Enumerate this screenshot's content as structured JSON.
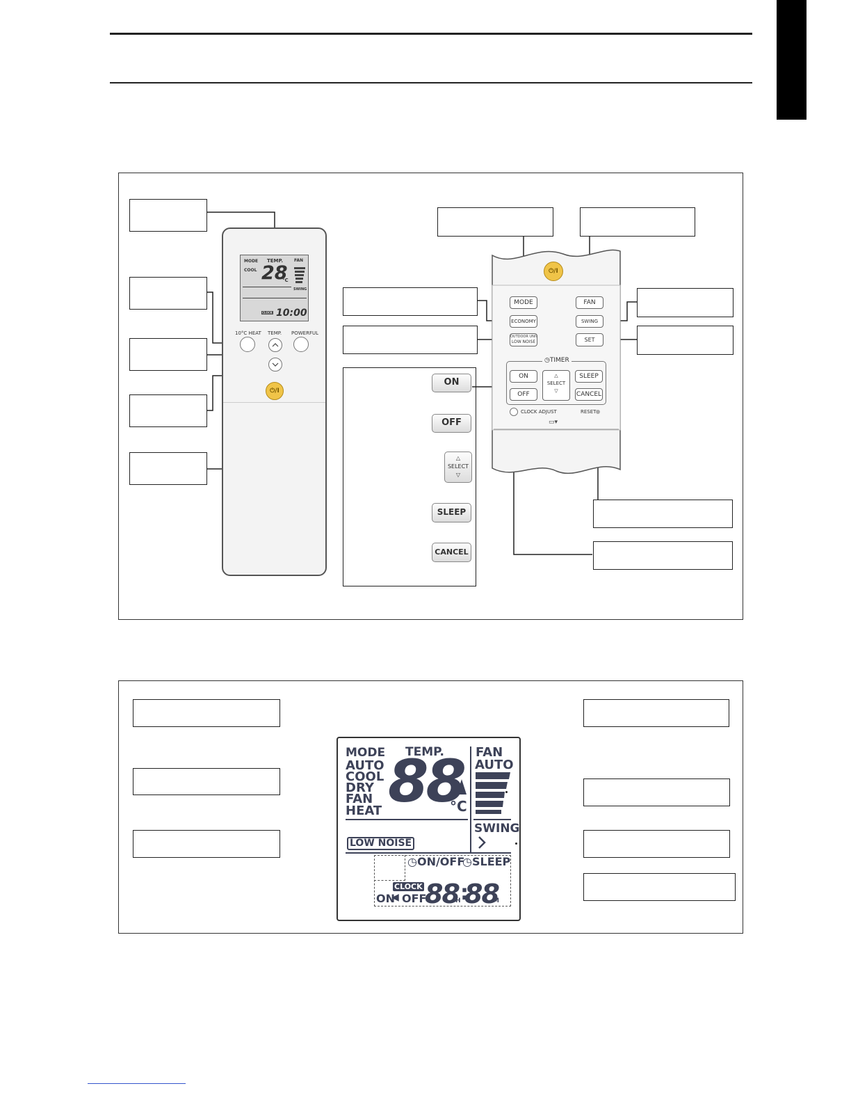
{
  "page": {
    "header_rules": "top",
    "side_tab_color": "#000000"
  },
  "remote": {
    "lcd": {
      "mode": "MODE",
      "cool": "COOL",
      "temp_label": "TEMP.",
      "temp_value": "28",
      "unit": "°C",
      "fan": "FAN",
      "swing": "SWING",
      "clock": "CLOCK",
      "time": "10:00"
    },
    "heat_label": "10°C HEAT",
    "temp_label": "TEMP.",
    "powerful_label": "POWERFUL",
    "power_symbol": "⏻/I"
  },
  "detail": {
    "power_symbol": "⏻/I",
    "mode": "MODE",
    "fan": "FAN",
    "economy": "ECONOMY",
    "swing": "SWING",
    "outdoor_unit": "OUTDOOR UNIT",
    "low_noise": "LOW NOISE",
    "set": "SET",
    "timer": "TIMER",
    "on": "ON",
    "off": "OFF",
    "select": "SELECT",
    "sleep": "SLEEP",
    "cancel": "CANCEL",
    "clock_adjust": "CLOCK ADJUST",
    "reset": "RESET"
  },
  "timer_buttons": {
    "on": "ON",
    "off": "OFF",
    "select": "SELECT",
    "sleep": "SLEEP",
    "cancel": "CANCEL"
  },
  "display": {
    "mode": "MODE",
    "auto": "AUTO",
    "cool": "COOL",
    "dry": "DRY",
    "fan": "FAN",
    "heat": "HEAT",
    "temp_label": "TEMP.",
    "digits": "88",
    "unit": "°C",
    "fan_label": "FAN",
    "fan_auto": "AUTO",
    "swing": "SWING",
    "low_noise": "LOW NOISE",
    "on_off": "ON/OFF",
    "sleep": "SLEEP",
    "clock": "CLOCK",
    "on": "ON",
    "off": "OFF",
    "hours": "88",
    "h": "H",
    "colon": ":",
    "minutes": "88",
    "m": "M"
  },
  "icons": [
    "power-icon",
    "timer-clock-icon",
    "swing-icon",
    "economy-icon",
    "set-icon",
    "battery-icon",
    "up-arrow-icon",
    "down-arrow-icon",
    "signal-triangle-icon"
  ]
}
